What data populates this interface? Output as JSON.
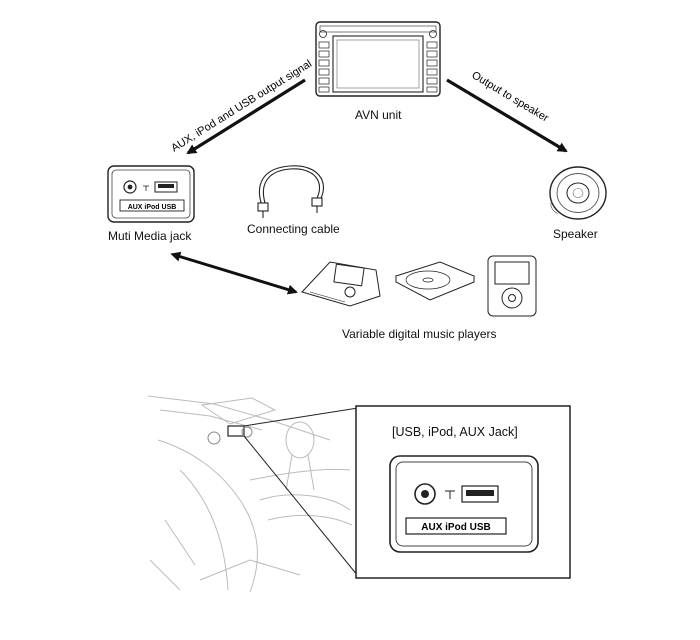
{
  "labels": {
    "avn_unit": "AVN unit",
    "avn_to_jack_signal": "AUX, iPod and USB output signal",
    "avn_to_speaker": "Output to speaker",
    "multimedia_jack": "Muti Media jack",
    "connecting_cable": "Connecting cable",
    "speaker": "Speaker",
    "music_players": "Variable digital music players",
    "inset_title": "[USB, iPod, AUX Jack]",
    "jack_panel_text": "AUX  iPod  USB",
    "jack_panel_text_large": "AUX  iPod  USB"
  }
}
